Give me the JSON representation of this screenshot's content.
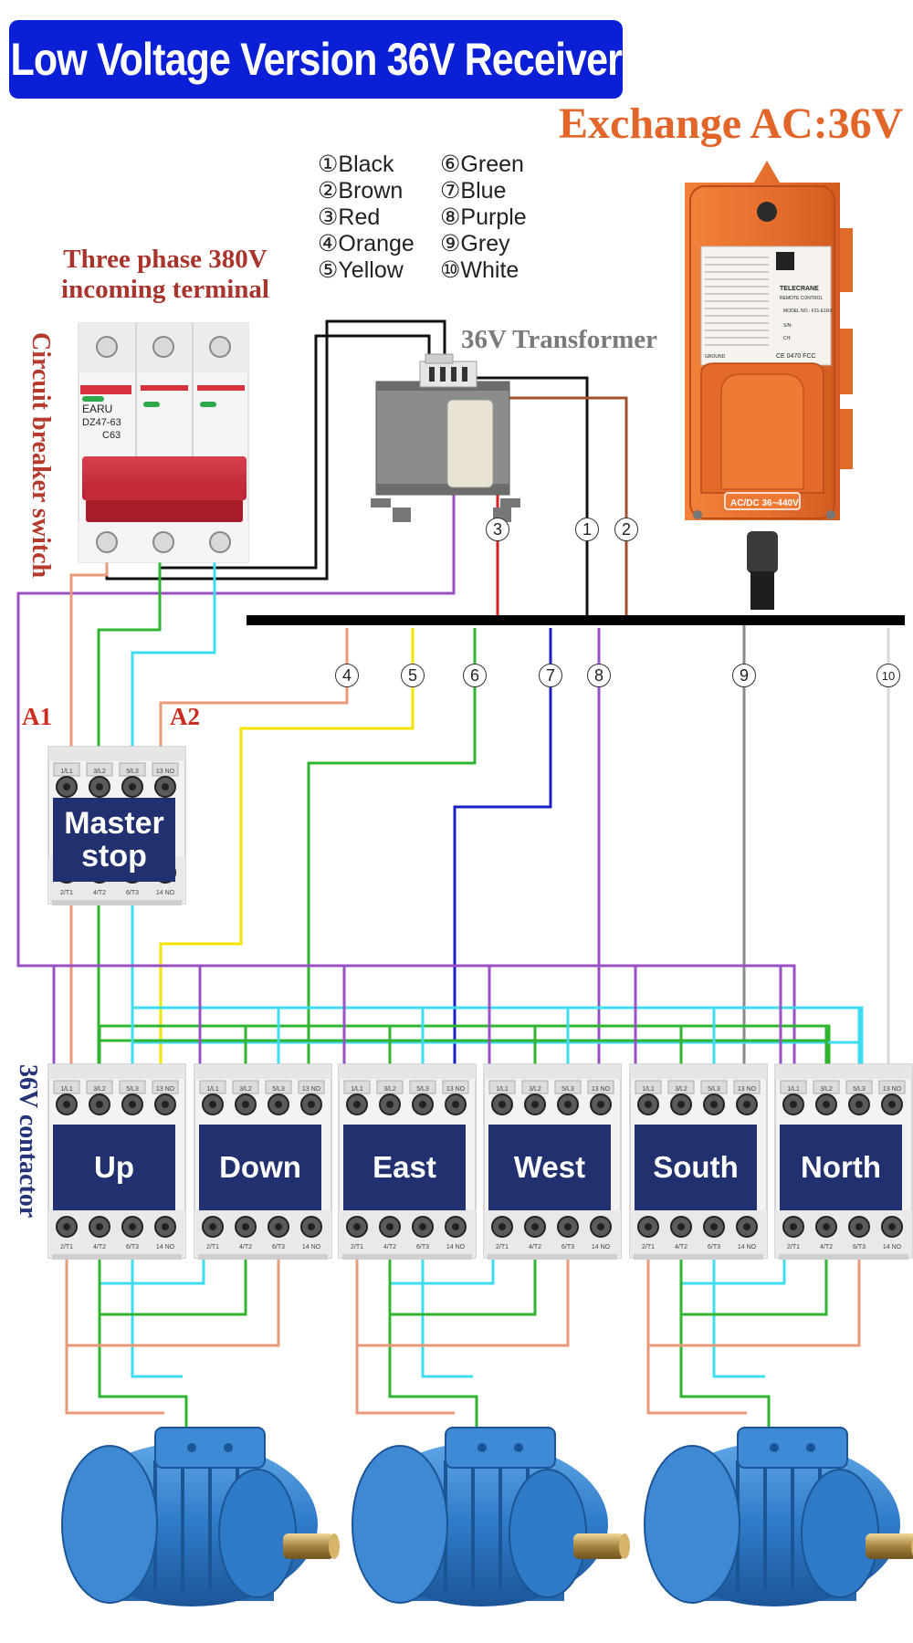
{
  "title": "Low Voltage Version 36V Receiver",
  "exchange_label": "Exchange AC:36V",
  "wire_legend": [
    {
      "num": "①",
      "color": "Black"
    },
    {
      "num": "②",
      "color": "Brown"
    },
    {
      "num": "③",
      "color": "Red"
    },
    {
      "num": "④",
      "color": "Orange"
    },
    {
      "num": "⑤",
      "color": "Yellow"
    },
    {
      "num": "⑥",
      "color": "Green"
    },
    {
      "num": "⑦",
      "color": "Blue"
    },
    {
      "num": "⑧",
      "color": "Purple"
    },
    {
      "num": "⑨",
      "color": "Grey"
    },
    {
      "num": "⑩",
      "color": "White"
    }
  ],
  "wire_numbers": [
    "1",
    "2",
    "3",
    "4",
    "5",
    "6",
    "7",
    "8",
    "9",
    "10"
  ],
  "breaker": {
    "heading": "Three phase 380V incoming terminal",
    "side_label": "Circuit breaker switch",
    "brand": "EARU",
    "model": "DZ47-63",
    "rating": "C63"
  },
  "transformer_label": "36V Transformer",
  "coil_labels": {
    "a1": "A1",
    "a2": "A2"
  },
  "master_stop": {
    "line1": "Master",
    "line2": "stop"
  },
  "contactor_side_label": "36V contactor",
  "contactors": [
    "Up",
    "Down",
    "East",
    "West",
    "South",
    "North"
  ],
  "contactor_terminals": {
    "top": [
      "1/L1",
      "3/L2",
      "5/L3",
      "13 NO"
    ],
    "bottom": [
      "2/T1",
      "4/T2",
      "6/T3",
      "14 NO"
    ]
  },
  "remote": {
    "brand": "TELECRANE",
    "subtitle": "REMOTE CONTROL",
    "model": "MODEL NO.: F21-E1RX",
    "sn": "S/N:",
    "ch": "CH:",
    "cert": "CE 0470 FCC",
    "voltage_plate": "AC/DC 36~440V",
    "ground": "GROUND"
  },
  "colors": {
    "black": "#111111",
    "brown": "#a0522d",
    "red": "#d92020",
    "orange": "#e8997a",
    "yellow": "#f2e400",
    "green": "#2fb52f",
    "blue": "#1a22c6",
    "purple": "#9b4fc4",
    "grey": "#8a8a8a",
    "white": "#d8d8d8",
    "cyan": "#3fdcf0",
    "contactor_label_bg": "#21306e",
    "title_bg": "#0a1fd6",
    "remote_body": "#e8702f"
  }
}
